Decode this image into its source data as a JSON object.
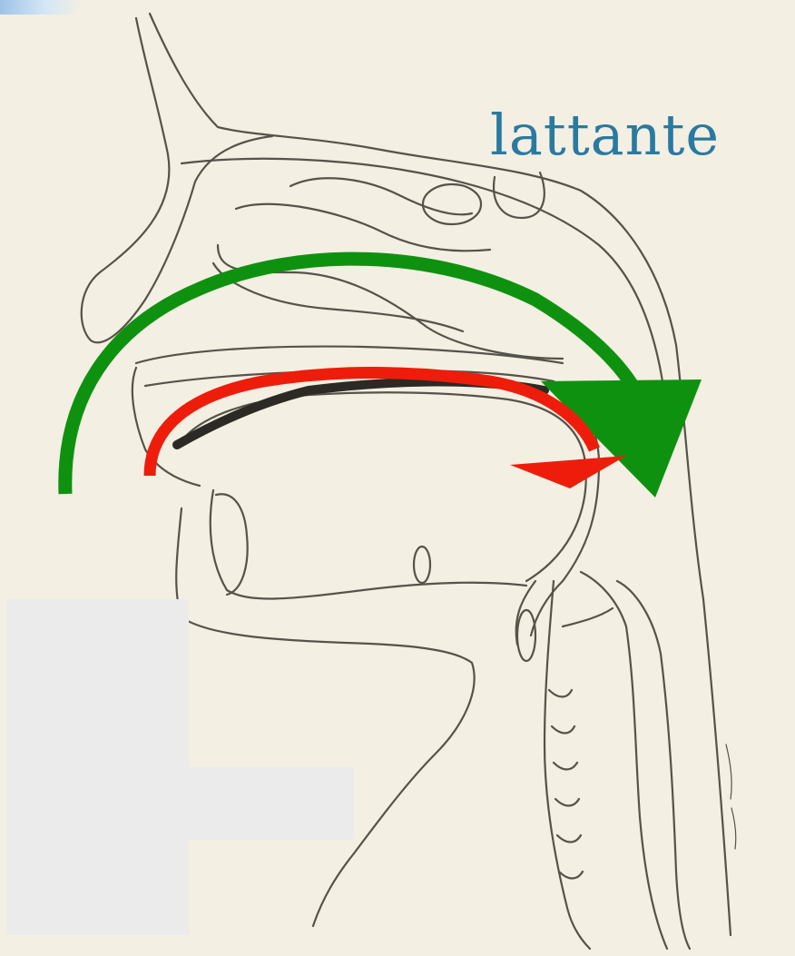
{
  "diagram": {
    "label": "lattante",
    "accent_colors": {
      "label_text": "#2a7aa0",
      "green_arrow": "#0f9110",
      "red_arrow": "#ee1d0b",
      "paper": "#f3efe2",
      "ink": "#55534a",
      "masked_area": "#ebebeb"
    },
    "arrows": [
      {
        "name": "green-airflow-arrow",
        "color": "green"
      },
      {
        "name": "red-airflow-arrow",
        "color": "red"
      }
    ]
  }
}
